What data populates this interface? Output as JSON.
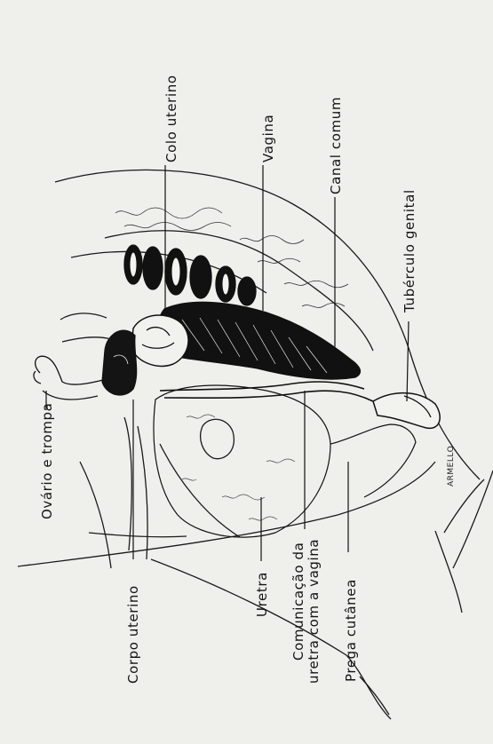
{
  "labels": {
    "colo_uterino": "Colo uterino",
    "vagina": "Vagina",
    "canal_comum": "Canal comum",
    "tuberculo_genital": "Tubérculo genital",
    "ovario_e_trompa": "Ovário e trompa",
    "corpo_uterino": "Corpo uterino",
    "uretra": "Uretra",
    "comunicacao_line1": "Comunicação da",
    "comunicacao_line2": "uretra com a vagina",
    "prega_cutanea": "Prega cutânea"
  },
  "signature": "ARMELLO"
}
